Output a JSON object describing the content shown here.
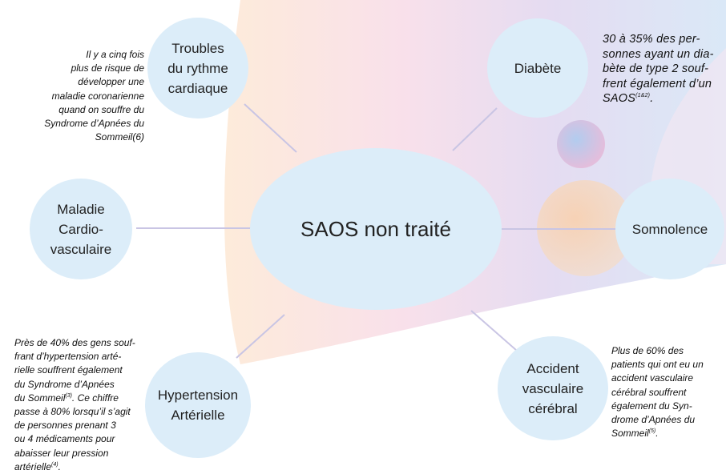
{
  "colors": {
    "node_fill": "#dcedf9",
    "connector": "#c9c5e4",
    "text": "#222222"
  },
  "center": {
    "label": "SAOS non traité"
  },
  "nodes": {
    "troubles": {
      "lines": [
        "Troubles",
        "du rythme",
        "cardiaque"
      ]
    },
    "diabete": {
      "lines": [
        "Diabète"
      ]
    },
    "maladie": {
      "lines": [
        "Maladie",
        "Cardio-",
        "vasculaire"
      ]
    },
    "somnolence": {
      "lines": [
        "Somnolence"
      ]
    },
    "hypertension": {
      "lines": [
        "Hypertension",
        "Artérielle"
      ]
    },
    "accident": {
      "lines": [
        "Accident",
        "vasculaire",
        "cérébral"
      ]
    }
  },
  "notes": {
    "troubles": {
      "lines": [
        "Il y a cinq fois",
        "plus de risque de",
        "développer une",
        "maladie coronarienne",
        "quand on souffre du",
        "Syndrome d’Apnées du",
        "Sommeil(6)"
      ]
    },
    "diabete": {
      "lines": [
        "30 à 35% des per-",
        "sonnes ayant un dia-",
        "bète de type 2 souf-",
        "frent également d’un"
      ],
      "last_text": "SAOS",
      "last_sup": "(1&2)",
      "last_end": "."
    },
    "hypertension": {
      "lines": [
        "Près de 40% des gens souf-",
        "frant d’hypertension arté-",
        "rielle souffrent également",
        "du Syndrome d’Apnées"
      ],
      "line5_text": "du Sommeil",
      "line5_sup": "(3)",
      "line5_end": ". Ce chiffre",
      "lines2": [
        "passe à 80% lorsqu’il s’agit",
        "de personnes prenant 3",
        "ou 4 médicaments pour",
        "abaisser leur pression"
      ],
      "last_text": "artérielle",
      "last_sup": "(4)",
      "last_end": "."
    },
    "accident": {
      "lines": [
        "Plus de 60% des",
        "patients qui ont eu un",
        "accident vasculaire",
        "cérébral souffrent",
        "également du Syn-",
        "drome d’Apnées du"
      ],
      "last_text": "Sommeil",
      "last_sup": "(5)",
      "last_end": "."
    }
  }
}
